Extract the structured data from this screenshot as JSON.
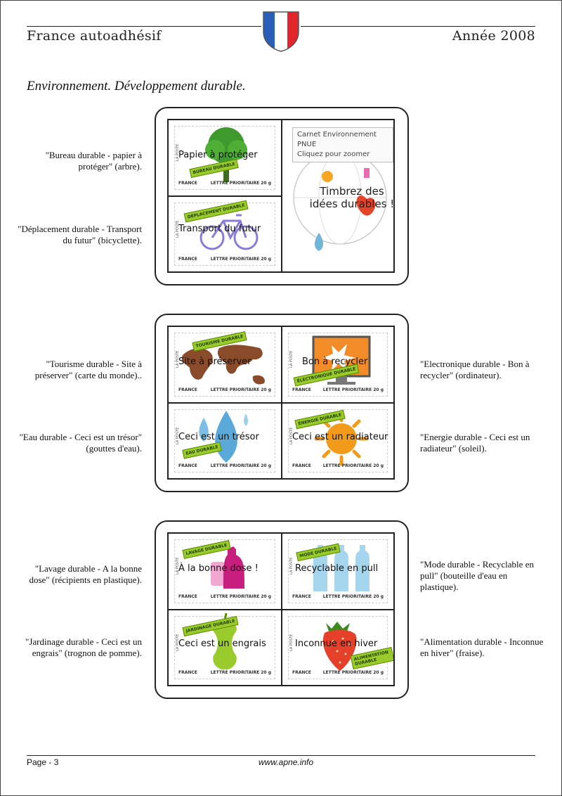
{
  "header": {
    "left": "France autoadhésif",
    "right": "Année 2008",
    "flag_colors": [
      "#2b5fb7",
      "#ffffff",
      "#e2262e"
    ]
  },
  "title": "Environnement. Développement durable.",
  "stamp_common": {
    "country": "FRANCE",
    "service": "LETTRE PRIORITAIRE 20 g",
    "poste": "LA POSTE"
  },
  "captions": {
    "bureau": "\"Bureau durable - papier à protéger\" (arbre).",
    "deplacement": "\"Déplacement durable - Transport du futur\" (bicyclette).",
    "tourisme": "\"Tourisme durable - Site à préserver\" (carte du monde)..",
    "eau": "\"Eau durable - Ceci est un trésor\" (gouttes d'eau).",
    "electronique": "\"Electronique durable - Bon à recycler\" (ordinateur).",
    "energie": "\"Energie durable - Ceci est un radiateur\" (soleil).",
    "lavage": "\"Lavage durable - A la bonne dose\" (récipients en plastique).",
    "jardinage": "\"Jardinage durable - Ceci est un engrais\" (trognon de pomme).",
    "mode": "\"Mode durable - Recyclable en pull\" (bouteille d'eau en plastique).",
    "alimentation": "\"Alimentation durable - Inconnue en hiver\" (fraise)."
  },
  "stamps": {
    "bureau": {
      "headline": "Papier à protéger",
      "tag": "BUREAU DURABLE"
    },
    "deplacement": {
      "headline": "Transport du futur",
      "tag": "DÉPLACEMENT DURABLE"
    },
    "tourisme": {
      "headline": "Site à préserver",
      "tag": "TOURISME DURABLE"
    },
    "electronique": {
      "headline": "Bon à recycler",
      "tag": "ÉLECTRONIQUE DURABLE"
    },
    "eau": {
      "headline": "Ceci est un trésor",
      "tag": "EAU DURABLE"
    },
    "energie": {
      "headline": "Ceci est un radiateur",
      "tag": "ÉNERGIE DURABLE"
    },
    "lavage": {
      "headline": "À la bonne dose !",
      "tag": "LAVAGE DURABLE"
    },
    "mode": {
      "headline": "Recyclable en pull",
      "tag": "MODE DURABLE"
    },
    "jardinage": {
      "headline": "Ceci est un engrais",
      "tag": "JARDINAGE DURABLE"
    },
    "alimentation": {
      "headline": "Inconnue en hiver",
      "tag": "ALIMENTATION DURABLE"
    }
  },
  "carnet": {
    "note_line1": "Carnet Environnement PNUE",
    "note_line2": "Cliquez pour zoomer",
    "headline": "Timbrez des idées durables !"
  },
  "footer": {
    "page": "Page - 3",
    "url": "www.apne.info"
  }
}
